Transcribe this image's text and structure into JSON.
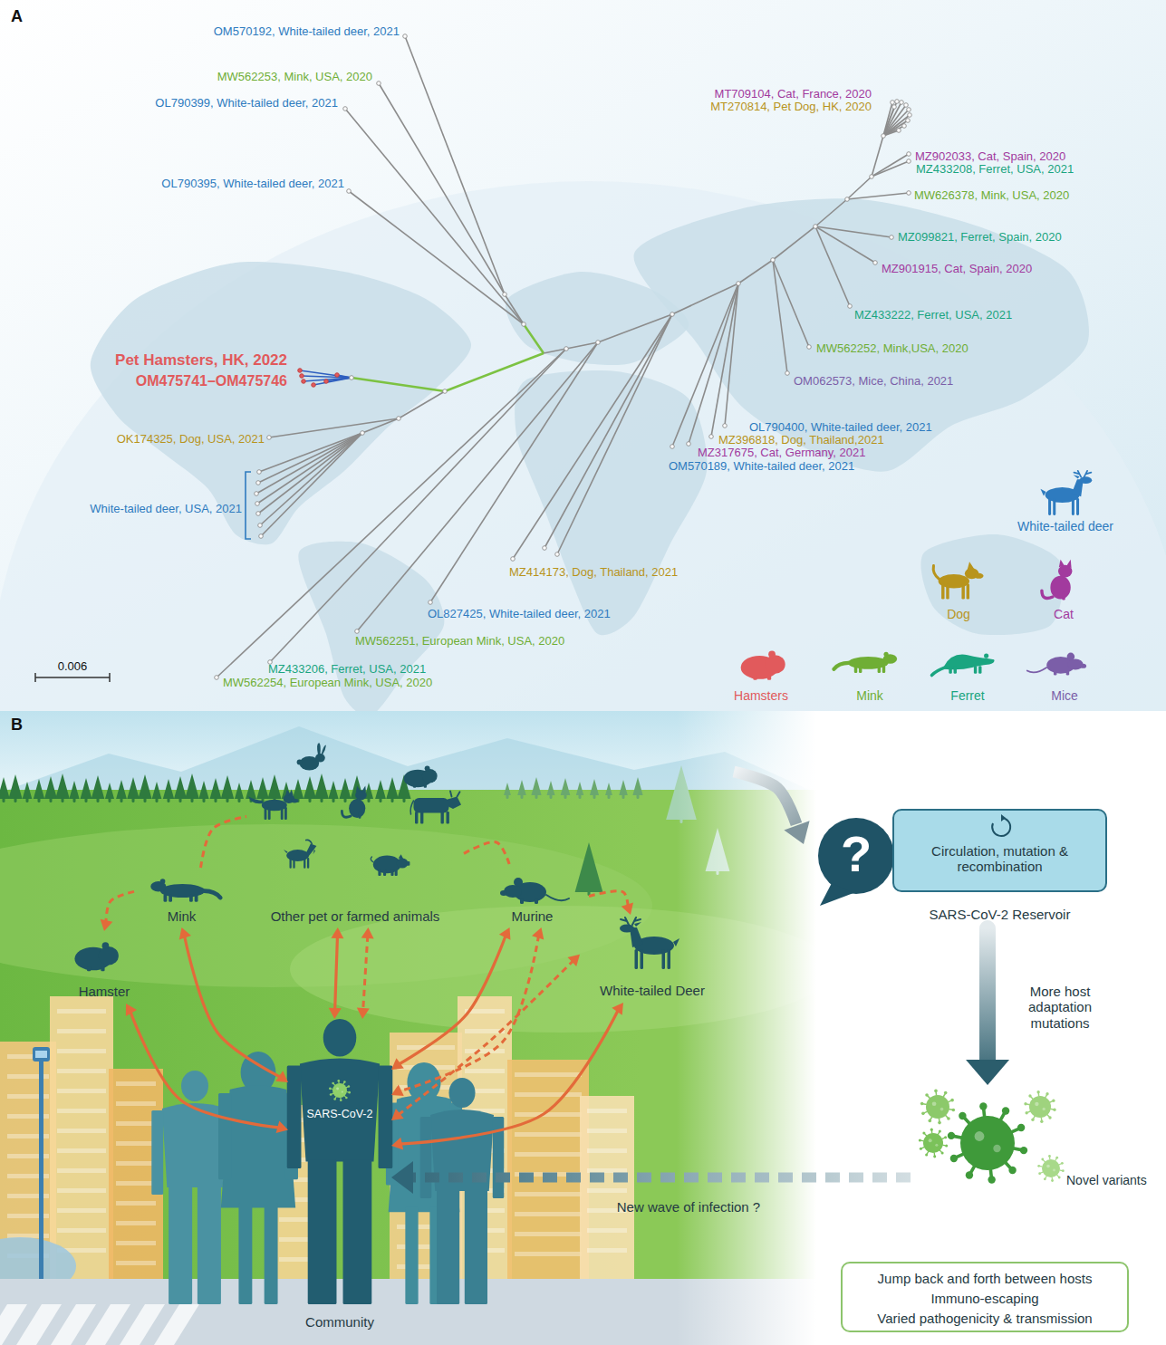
{
  "diagram": {
    "nodes": [
      {
        "text": [
          "Hamster"
        ]
      },
      {
        "text": [
          "Mink"
        ]
      },
      {
        "text": [
          "Other pet or farmed animals"
        ]
      },
      {
        "text": [
          "Murine"
        ]
      },
      {
        "text": [
          "White-tailed Deer"
        ]
      },
      {
        "text": [
          "SARS-CoV-2",
          "Community"
        ]
      },
      {
        "text": [
          "?",
          "Circulation, mutation & recombination",
          "SARS-CoV-2 Reservoir"
        ]
      },
      {
        "text": [
          "Novel variants"
        ]
      },
      {
        "text": [
          "Jump back and forth between hosts",
          "Immuno-escaping",
          "Varied pathogenicity & transmission"
        ]
      }
    ],
    "edges": [
      {
        "from": 0,
        "to": 5,
        "arrow": "both"
      },
      {
        "from": 1,
        "to": 5,
        "arrow": "both"
      },
      {
        "from": 2,
        "to": 5,
        "arrow": "both"
      },
      {
        "from": 2,
        "to": 5,
        "arrow": "both"
      },
      {
        "from": 3,
        "to": 5,
        "arrow": "both"
      },
      {
        "from": 3,
        "to": 5,
        "arrow": "both"
      },
      {
        "from": 4,
        "to": 5,
        "arrow": "both"
      },
      {
        "from": 4,
        "to": 5,
        "arrow": "both"
      },
      {
        "from": 1,
        "to": 0,
        "arrow": "to"
      },
      {
        "from": 1,
        "to": 2,
        "arrow": "none"
      },
      {
        "from": 2,
        "to": 3,
        "arrow": "none"
      },
      {
        "from": 3,
        "to": 4,
        "arrow": "to"
      },
      {
        "from": 6,
        "to": 7,
        "arrow": "to",
        "label": "More host adaptation mutations"
      },
      {
        "from": 7,
        "to": 5,
        "arrow": "to",
        "label": "New wave of infection ?"
      }
    ],
    "labels": [
      "A",
      "OM570192, White-tailed deer, 2021",
      "MW562253, Mink, USA, 2020",
      "OL790399, White-tailed deer, 2021",
      "OL790395, White-tailed deer, 2021",
      "MT709104, Cat, France, 2020",
      "MT270814, Pet Dog, HK, 2020",
      "MZ902033, Cat, Spain, 2020",
      "MZ433208, Ferret, USA, 2021",
      "MW626378, Mink, USA, 2020",
      "MZ099821, Ferret, Spain, 2020",
      "MZ901915, Cat, Spain, 2020",
      "MZ433222, Ferret, USA, 2021",
      "MW562252, Mink,USA, 2020",
      "OM062573, Mice, China, 2021",
      "OL790400, White-tailed deer, 2021",
      "MZ396818, Dog, Thailand,2021",
      "MZ317675, Cat, Germany, 2021",
      "OM570189, White-tailed deer, 2021",
      "Pet Hamsters, HK, 2022",
      "OM475741–OM475746",
      "OK174325, Dog, USA, 2021",
      "White-tailed deer, USA, 2021",
      "MZ414173, Dog, Thailand, 2021",
      "OL827425, White-tailed deer, 2021",
      "MW562251, European Mink, USA, 2020",
      "MZ433206, Ferret, USA, 2021",
      "MW562254, European Mink, USA, 2020",
      "0.006",
      "B"
    ],
    "legend": [
      {
        "text": "White-tailed deer",
        "color": "#2e7bbf"
      },
      {
        "text": "Dog",
        "color": "#b8941c"
      },
      {
        "text": "Cat",
        "color": "#a23a9e"
      },
      {
        "text": "Hamsters",
        "color": "#e15a5c"
      },
      {
        "text": "Mink",
        "color": "#6fae35"
      },
      {
        "text": "Ferret",
        "color": "#1aa580"
      },
      {
        "text": "Mice",
        "color": "#7b5ea8"
      }
    ]
  }
}
